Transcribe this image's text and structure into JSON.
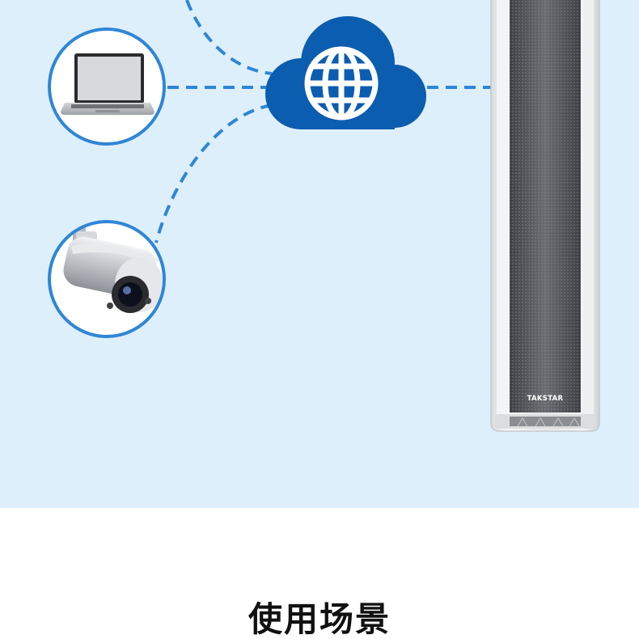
{
  "colors": {
    "background_top": "#deeffc",
    "accent": "#2f86d6",
    "cloud": "#0b5db0",
    "heading": "#111111"
  },
  "diagram": {
    "center_icon": "cloud-globe-icon",
    "devices": [
      {
        "icon": "laptop-icon"
      },
      {
        "icon": "security-camera-icon"
      }
    ],
    "connector_style": "dashed"
  },
  "speaker": {
    "icon": "column-speaker",
    "brand": "TAKSTAR"
  },
  "section": {
    "heading": "使用场景"
  }
}
